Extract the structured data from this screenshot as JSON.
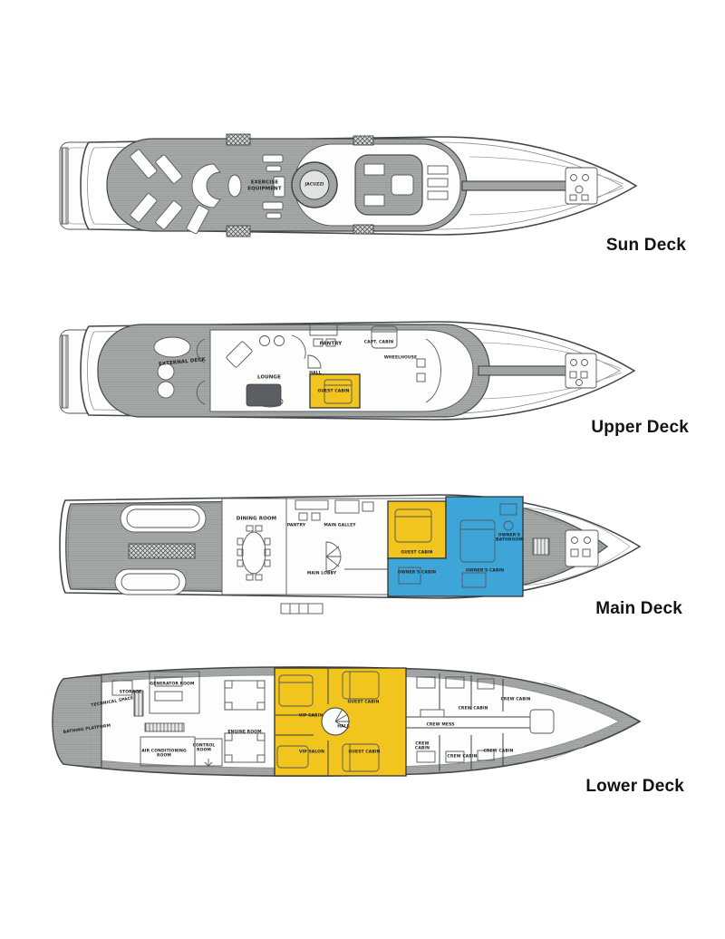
{
  "page": {
    "background": "#ffffff"
  },
  "colors": {
    "deck_teak_gray": "#a6aaa7",
    "outline": "#45484b",
    "guest_highlight_yellow": "#f2c41e",
    "owner_highlight_blue": "#3da5d8",
    "title_text": "#121212"
  },
  "decks": [
    {
      "id": "sun-deck",
      "title": "Sun Deck",
      "rooms": [
        {
          "label": "EXERCISE EQUIPMENT"
        },
        {
          "label": "JACUZZI"
        }
      ]
    },
    {
      "id": "upper-deck",
      "title": "Upper Deck",
      "rooms": [
        {
          "label": "EXTERNAL DECK"
        },
        {
          "label": "LOUNGE"
        },
        {
          "label": "PANTRY"
        },
        {
          "label": "HALL"
        },
        {
          "label": "GUEST CABIN"
        },
        {
          "label": "CAPT. CABIN"
        },
        {
          "label": "WHEELHOUSE"
        }
      ]
    },
    {
      "id": "main-deck",
      "title": "Main Deck",
      "rooms": [
        {
          "label": "DINING ROOM"
        },
        {
          "label": "PANTRY"
        },
        {
          "label": "MAIN GALLEY"
        },
        {
          "label": "MAIN LOBBY"
        },
        {
          "label": "GUEST CABIN"
        },
        {
          "label": "OWNER'S CABIN"
        },
        {
          "label": "OWNER'S CABIN"
        },
        {
          "label": "OWNER'S BATHROOM"
        }
      ]
    },
    {
      "id": "lower-deck",
      "title": "Lower Deck",
      "rooms": [
        {
          "label": "BATHING PLATFORM"
        },
        {
          "label": "TECHNICAL SPACE"
        },
        {
          "label": "STORAGE"
        },
        {
          "label": "GENERATOR ROOM"
        },
        {
          "label": "AIR CONDITIONING ROOM"
        },
        {
          "label": "CONTROL ROOM"
        },
        {
          "label": "ENGINE ROOM"
        },
        {
          "label": "VIP CABIN"
        },
        {
          "label": "HALL"
        },
        {
          "label": "VIP SALON"
        },
        {
          "label": "GUEST CABIN"
        },
        {
          "label": "GUEST CABIN"
        },
        {
          "label": "CREW CABIN"
        },
        {
          "label": "CREW CABIN"
        },
        {
          "label": "CREW MESS"
        },
        {
          "label": "CREW CABIN"
        },
        {
          "label": "CREW CABIN"
        },
        {
          "label": "CREW CABIN"
        }
      ]
    }
  ]
}
